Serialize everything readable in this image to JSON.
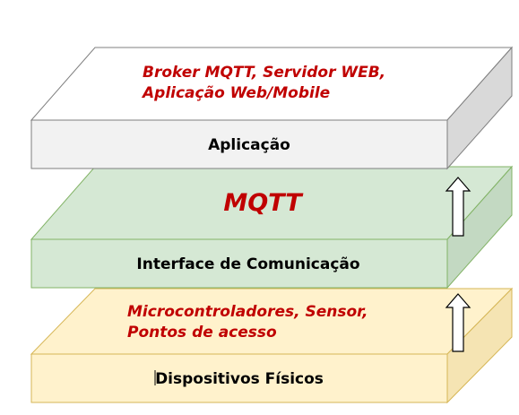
{
  "layers": [
    {
      "id": "application",
      "front_label": "Aplicação",
      "top_lines": [
        "Broker MQTT, Servidor WEB,",
        "Aplicação Web/Mobile"
      ],
      "front_fill": "#f2f2f2",
      "top_fill": "#ffffff",
      "side_fill": "#d9d9d9",
      "stroke": "#7f7f7f"
    },
    {
      "id": "communication",
      "front_label": "Interface de Comunicação",
      "top_lines": [
        "MQTT"
      ],
      "front_fill": "#d5e8d4",
      "top_fill": "#d5e8d4",
      "side_fill": "#c3d9c2",
      "stroke": "#82b366"
    },
    {
      "id": "physical",
      "front_label": "Dispositivos Físicos",
      "top_lines": [
        "Microcontroladores, Sensor,",
        "Pontos de acesso"
      ],
      "front_fill": "#fff2cc",
      "top_fill": "#fff2cc",
      "side_fill": "#f5e4b3",
      "stroke": "#d6b656"
    }
  ],
  "accent_text_color": "#c00000",
  "arrow_direction": "up"
}
